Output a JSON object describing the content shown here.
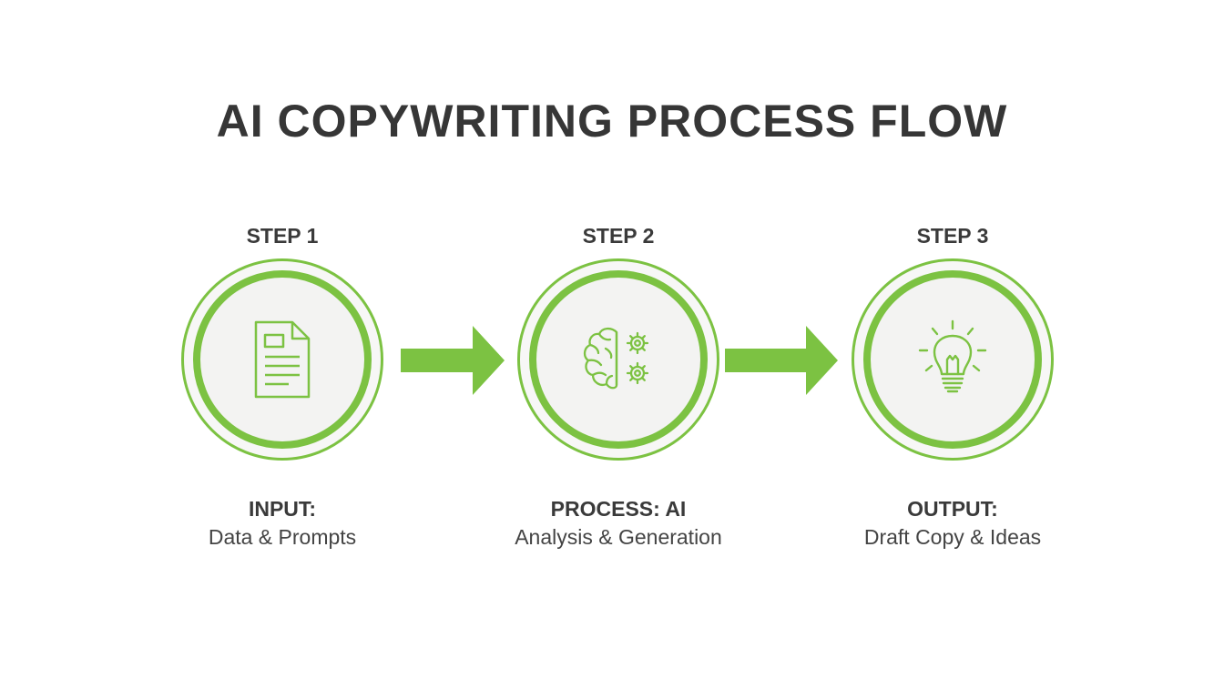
{
  "title": "AI COPYWRITING PROCESS FLOW",
  "accent_color": "#7cc242",
  "steps": [
    {
      "label": "STEP 1",
      "heading": "INPUT:",
      "description": "Data & Prompts",
      "icon": "document-icon"
    },
    {
      "label": "STEP 2",
      "heading": "PROCESS: AI",
      "description": "Analysis & Generation",
      "icon": "brain-gears-icon"
    },
    {
      "label": "STEP 3",
      "heading": "OUTPUT:",
      "description": "Draft Copy & Ideas",
      "icon": "lightbulb-icon"
    }
  ]
}
